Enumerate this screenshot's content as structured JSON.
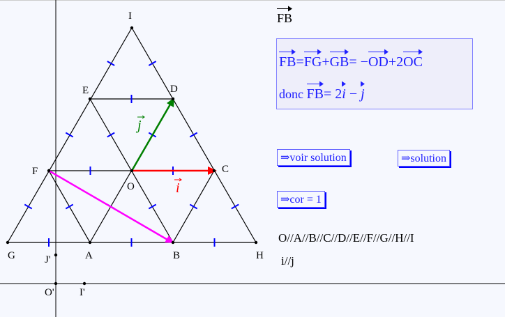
{
  "points": {
    "I": "I",
    "E": "E",
    "D": "D",
    "F": "F",
    "O": "O",
    "C": "C",
    "G": "G",
    "A": "A",
    "B": "B",
    "H": "H",
    "Op": "O'",
    "Ip": "I'",
    "Jp": "J'"
  },
  "vectors": {
    "i": "i",
    "j": "j"
  },
  "title": {
    "vec": "FB"
  },
  "solution": {
    "line1": {
      "v1": "FB",
      "eq1": "=",
      "v2": "FG",
      "plus1": "+",
      "v3": "GB",
      "eq2": "= −",
      "v4": "OD",
      "plus2": "+2",
      "v5": "OC"
    },
    "line2": {
      "prefix": "donc ",
      "v": "FB",
      "rest": "= 2",
      "i": "i",
      "minus": " − ",
      "j": "j"
    }
  },
  "buttons": {
    "voir": "⇒voir solution",
    "solution": "⇒solution",
    "cor": "⇒cor = 1"
  },
  "lists": {
    "points": "O//A//B//C//D//E//F//G//H//I",
    "vectors": "i//j"
  },
  "colors": {
    "i": "#ff0000",
    "j": "#008000",
    "fb": "#ff00ff",
    "ticks": "#0000ff"
  }
}
